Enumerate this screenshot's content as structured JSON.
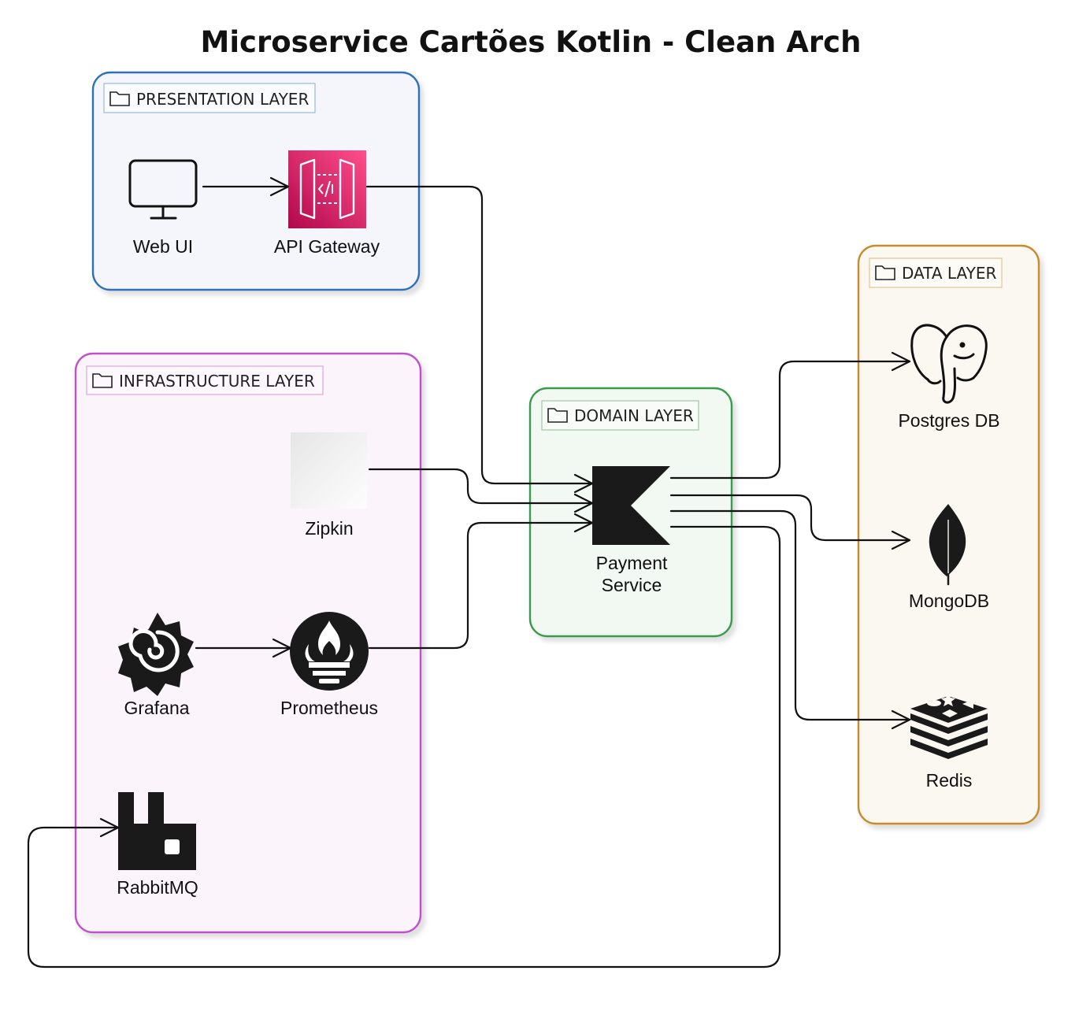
{
  "title": "Microservice Cartões Kotlin - Clean Arch",
  "layers": {
    "presentation": {
      "label": "PRESENTATION LAYER",
      "border": "#2f6fbf",
      "fill": "#f4f6fb"
    },
    "infrastructure": {
      "label": "INFRASTRUCTURE LAYER",
      "border": "#c24fcc",
      "fill": "#fbf5fb"
    },
    "domain": {
      "label": "DOMAIN LAYER",
      "border": "#3a9a4d",
      "fill": "#f1f9f2"
    },
    "data": {
      "label": "DATA LAYER",
      "border": "#c98a2a",
      "fill": "#fbf8f1"
    }
  },
  "nodes": {
    "web_ui": {
      "label": "Web UI",
      "icon": "monitor-icon"
    },
    "api_gateway": {
      "label": "API Gateway",
      "icon": "api-gateway-icon",
      "color": "#e7157b"
    },
    "zipkin": {
      "label": "Zipkin",
      "icon": "zipkin-placeholder-icon"
    },
    "grafana": {
      "label": "Grafana",
      "icon": "grafana-icon"
    },
    "prometheus": {
      "label": "Prometheus",
      "icon": "prometheus-icon"
    },
    "rabbitmq": {
      "label": "RabbitMQ",
      "icon": "rabbitmq-icon"
    },
    "payment_service": {
      "label_line1": "Payment",
      "label_line2": "Service",
      "icon": "kotlin-icon"
    },
    "postgres": {
      "label": "Postgres DB",
      "icon": "postgres-elephant-icon"
    },
    "mongodb": {
      "label": "MongoDB",
      "icon": "mongodb-leaf-icon"
    },
    "redis": {
      "label": "Redis",
      "icon": "redis-icon"
    }
  },
  "edges": [
    {
      "from": "web_ui",
      "to": "api_gateway"
    },
    {
      "from": "api_gateway",
      "to": "payment_service"
    },
    {
      "from": "zipkin",
      "to": "payment_service"
    },
    {
      "from": "prometheus",
      "to": "payment_service"
    },
    {
      "from": "grafana",
      "to": "prometheus"
    },
    {
      "from": "payment_service",
      "to": "postgres"
    },
    {
      "from": "payment_service",
      "to": "mongodb"
    },
    {
      "from": "payment_service",
      "to": "redis"
    },
    {
      "from": "payment_service",
      "to": "rabbitmq"
    }
  ]
}
